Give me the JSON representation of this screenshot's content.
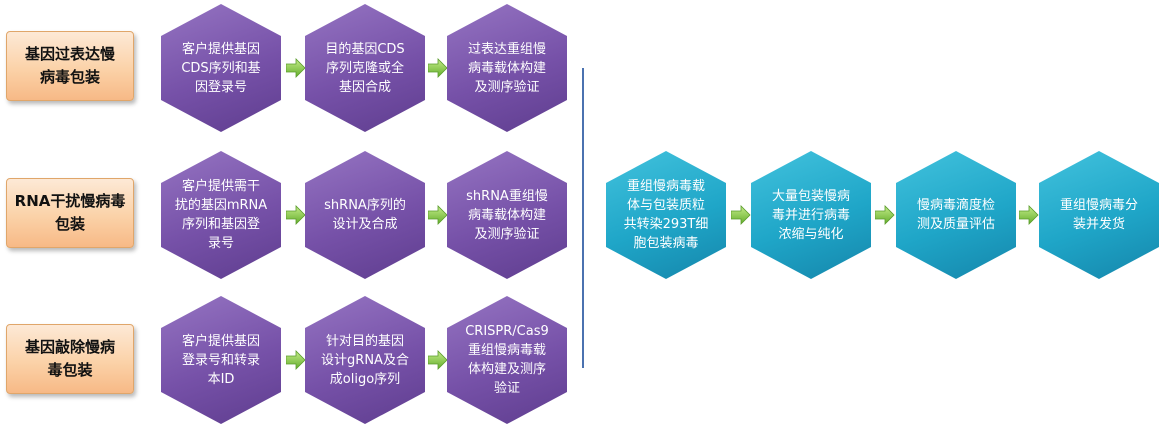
{
  "rows": [
    {
      "label": "基因过表达慢\n病毒包装",
      "steps": [
        "客户提供基因\nCDS序列和基\n因登录号",
        "目的基因CDS\n序列克隆或全\n基因合成",
        "过表达重组慢\n病毒载体构建\n及测序验证"
      ]
    },
    {
      "label": "RNA干扰慢病毒\n包装",
      "steps": [
        "客户提供需干\n扰的基因mRNA\n序列和基因登\n录号",
        "shRNA序列的\n设计及合成",
        "shRNA重组慢\n病毒载体构建\n及测序验证"
      ]
    },
    {
      "label": "基因敲除慢病\n毒包装",
      "steps": [
        "客户提供基因\n登录号和转录\n本ID",
        "针对目的基因\n设计gRNA及合\n成oligo序列",
        "CRISPR/Cas9\n重组慢病毒载\n体构建及测序\n验证"
      ]
    }
  ],
  "final_steps": [
    "重组慢病毒载\n体与包装质粒\n共转染293T细\n胞包装病毒",
    "大量包装慢病\n毒并进行病毒\n浓缩与纯化",
    "慢病毒滴度检\n测及质量评估",
    "重组慢病毒分\n装并发货"
  ],
  "colors": {
    "purple": "#7651a8",
    "teal": "#1fa6c8",
    "label_fill": "#fbd2a8",
    "arrow_green": "#7dc243",
    "divider": "#4b72b0"
  }
}
